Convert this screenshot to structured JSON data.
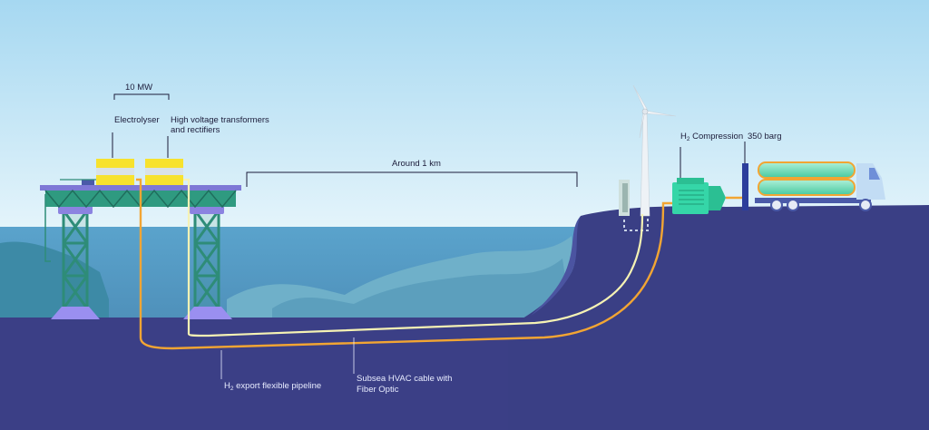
{
  "labels": {
    "power": "10 MW",
    "electrolyser": "Electrolyser",
    "transformers_line1": "High voltage transformers",
    "transformers_line2": "and rectifiers",
    "distance": "Around 1 km",
    "compression_prefix": "H",
    "compression_sub": "2",
    "compression_suffix": " Compression",
    "pressure": "350 barg",
    "pipeline_prefix": "H",
    "pipeline_sub": "2",
    "pipeline_suffix": " export flexible pipeline",
    "cable_line1": "Subsea HVAC cable with",
    "cable_line2": "Fiber Optic"
  },
  "colors": {
    "sky_top": "#a6d8f1",
    "sky_bottom": "#e4f4fb",
    "sea": "#5b9fc6",
    "seabed": "#3b3f86",
    "land": "#3a3f85",
    "jacket": "#2e8c78",
    "platform_purple": "#8b83e0",
    "electrolyser_yellow": "#f7e22e",
    "pipeline_orange": "#f2a533",
    "cable_cream": "#f5f2b4",
    "compressor": "#35d6a8",
    "tank": "#7de3c2",
    "truck_cab": "#c2dcf4"
  }
}
